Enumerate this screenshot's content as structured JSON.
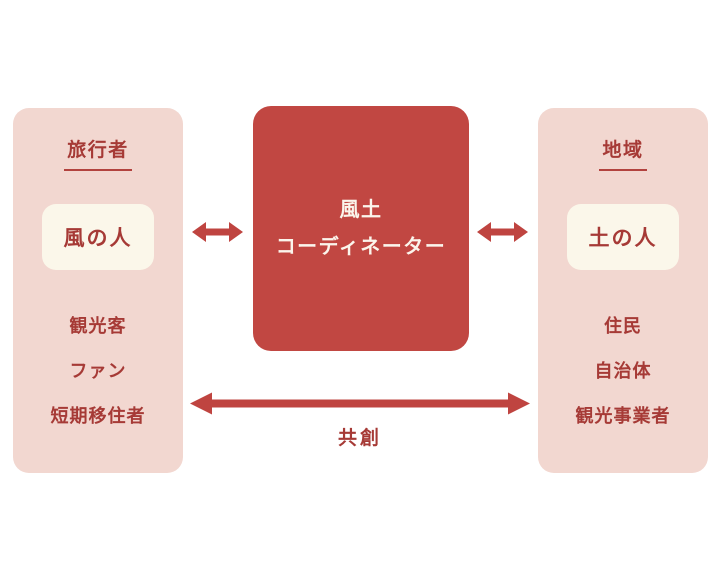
{
  "colors": {
    "page_bg": "#FFFFFF",
    "panel_bg": "#F2D7D0",
    "center_box_bg": "#C14742",
    "arrow": "#BF4440",
    "text_red": "#A63A36",
    "highlight_bg": "#FBF7EA",
    "center_text": "#FBF5EC"
  },
  "left_panel": {
    "heading": "旅行者",
    "highlight": "風の人",
    "items": [
      "観光客",
      "ファン",
      "短期移住者"
    ]
  },
  "center": {
    "title_line1": "風土",
    "title_line2": "コーディネーター"
  },
  "right_panel": {
    "heading": "地域",
    "highlight": "土の人",
    "items": [
      "住民",
      "自治体",
      "観光事業者"
    ]
  },
  "bottom_arrow": {
    "label": "共創"
  }
}
